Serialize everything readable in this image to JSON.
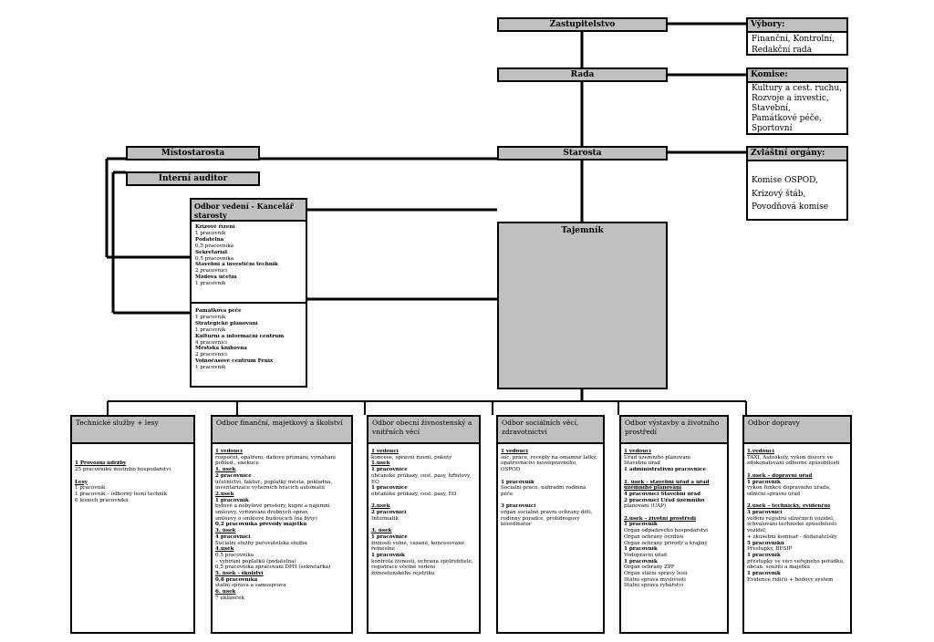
{
  "top": {
    "zastupitelstvo": "Zastupitelstvo",
    "rada": "Rada",
    "starosta": "Starosta",
    "mistostarosta": "Místostarosta",
    "auditor": "Interní auditor",
    "tajemnik": "Tajemník"
  },
  "vybory": {
    "title": "Výbory:",
    "lines": [
      "Finanční, Kontrolní,",
      "Redakční rada"
    ]
  },
  "komise": {
    "title": "Komise:",
    "lines": [
      "Kultury a cest. ruchu,",
      "Rozvoje a investic,",
      "Stavební,",
      "Památkové péče,",
      "Sportovní"
    ]
  },
  "zvlastni": {
    "title": "Zvláštní orgány:",
    "lines": [
      "Komise OSPOD,",
      "Krizový štáb,",
      "Povodňová komise"
    ]
  },
  "kancelar": {
    "title": "Odbor vedení - Kancelář starosty",
    "section1": [
      {
        "t": "Krizové řízení",
        "s": "b"
      },
      {
        "t": "1 pracovník",
        "s": ""
      },
      {
        "t": "Podatelna",
        "s": "b"
      },
      {
        "t": "0,5 pracovníka",
        "s": ""
      },
      {
        "t": "Sekretariát",
        "s": "b"
      },
      {
        "t": "0,5 pracovníka",
        "s": ""
      },
      {
        "t": "Stavební a investiční technik",
        "s": "b"
      },
      {
        "t": "2 pracovníci",
        "s": ""
      },
      {
        "t": "Mzdová účetní",
        "s": "b"
      },
      {
        "t": "1 pracovník",
        "s": ""
      }
    ],
    "section2": [
      {
        "t": "Památková péče",
        "s": "b"
      },
      {
        "t": "1 pracovník",
        "s": ""
      },
      {
        "t": "Strategické plánování",
        "s": "b"
      },
      {
        "t": "1 pracovník",
        "s": ""
      },
      {
        "t": "Kulturní a informační centrum",
        "s": "b"
      },
      {
        "t": "4 pracovníci",
        "s": ""
      },
      {
        "t": "Městská knihovna",
        "s": "b"
      },
      {
        "t": "2 pracovníci",
        "s": ""
      },
      {
        "t": "Volnočasové centrum Fénix",
        "s": "b"
      },
      {
        "t": "1 pracovník",
        "s": ""
      }
    ]
  },
  "departments": [
    {
      "title": "Technické služby + lesy",
      "lines": [
        {
          "t": "",
          "s": ""
        },
        {
          "t": "",
          "s": ""
        },
        {
          "t": "1 Provozní údržby",
          "s": "u"
        },
        {
          "t": "25 pracovníků místního hospodářství",
          "s": ""
        },
        {
          "t": "",
          "s": ""
        },
        {
          "t": "Lesy",
          "s": "u"
        },
        {
          "t": "1 pracovník",
          "s": ""
        },
        {
          "t": "1 pracovník – odborný lesní technik",
          "s": ""
        },
        {
          "t": "6 lesních pracovníků",
          "s": ""
        }
      ]
    },
    {
      "title": "Odbor finanční, majetkový a školství",
      "lines": [
        {
          "t": "1 vedoucí",
          "s": "u"
        },
        {
          "t": "rozpočet, opatření, daňové přiznání, vymáhání",
          "s": ""
        },
        {
          "t": "pohled., exekuce",
          "s": ""
        },
        {
          "t": "1. úsek",
          "s": "u"
        },
        {
          "t": "2 pracovnice",
          "s": "b"
        },
        {
          "t": "účetnictví, faktur., poplatky města, pokladna,",
          "s": ""
        },
        {
          "t": "inventarizace výherních hracích automatů",
          "s": ""
        },
        {
          "t": "2.úsek",
          "s": "u"
        },
        {
          "t": "1 pracovník",
          "s": "b"
        },
        {
          "t": "bytové a nebytové prostory, kupní a nájemní",
          "s": ""
        },
        {
          "t": "smlouvy, vyřizování drobných oprav,",
          "s": ""
        },
        {
          "t": "smlouvy o smlouvě budoucích (na byty)",
          "s": ""
        },
        {
          "t": "0,2 pracovníka převody majetku",
          "s": "b"
        },
        {
          "t": "3. úsek",
          "s": "u"
        },
        {
          "t": "4 pracovníci",
          "s": "b"
        },
        {
          "t": "Sociální služby pečovatelská služba",
          "s": ""
        },
        {
          "t": "4.úsek",
          "s": "u"
        },
        {
          "t": "0,5 pracovníka",
          "s": ""
        },
        {
          "t": "– vybírání poplatků (podatelna)",
          "s": ""
        },
        {
          "t": "0,5 pracovníka zpracování DPH (sekretářka)",
          "s": ""
        },
        {
          "t": "5. úsek - školství",
          "s": "u"
        },
        {
          "t": "0,8 pracovníka",
          "s": "b"
        },
        {
          "t": "státní správa a samospráva",
          "s": ""
        },
        {
          "t": "6. úsek",
          "s": "u"
        },
        {
          "t": "7 uklízeček",
          "s": ""
        }
      ]
    },
    {
      "title": "Odbor obecní živnostenský a vnitřních věcí",
      "lines": [
        {
          "t": "1 vedoucí",
          "s": "u"
        },
        {
          "t": "koncese, správní řízení, pokuty",
          "s": ""
        },
        {
          "t": "1.úsek",
          "s": "u"
        },
        {
          "t": "1 pracovnice",
          "s": "b"
        },
        {
          "t": "občanské průkazy, cest. pasy, hřbitovy,",
          "s": ""
        },
        {
          "t": "EO",
          "s": ""
        },
        {
          "t": "1 pracovnice",
          "s": "b"
        },
        {
          "t": "občanské průkazy, cest. pasy, EO",
          "s": ""
        },
        {
          "t": "",
          "s": ""
        },
        {
          "t": "2.úsek",
          "s": "u"
        },
        {
          "t": "2 pracovníci",
          "s": "b"
        },
        {
          "t": "Informatik",
          "s": ""
        },
        {
          "t": "",
          "s": ""
        },
        {
          "t": "3. úsek",
          "s": "u"
        },
        {
          "t": "1 pracovnice",
          "s": "b"
        },
        {
          "t": "živnosti volné, vázané, koncesované",
          "s": ""
        },
        {
          "t": "řemeslné",
          "s": ""
        },
        {
          "t": "1 pracovník",
          "s": "b"
        },
        {
          "t": "kontrola živností, ochrana spotřebitele,",
          "s": ""
        },
        {
          "t": "registrace včetně vedení",
          "s": ""
        },
        {
          "t": "živnostenského rejstříku",
          "s": ""
        }
      ]
    },
    {
      "title": "Odbor sociálních věcí, zdravotnictví",
      "lines": [
        {
          "t": "1 vedoucí",
          "s": "u"
        },
        {
          "t": "soc. práce, recepty na omamné látky,",
          "s": ""
        },
        {
          "t": "opatrovnictví nesvéprávného,",
          "s": ""
        },
        {
          "t": "OSPOD",
          "s": ""
        },
        {
          "t": "",
          "s": ""
        },
        {
          "t": "1 pracovník",
          "s": "b"
        },
        {
          "t": "Sociální práce, náhradní rodinná",
          "s": ""
        },
        {
          "t": "péče",
          "s": ""
        },
        {
          "t": "",
          "s": ""
        },
        {
          "t": "3 pracovníci",
          "s": "b"
        },
        {
          "t": "orgán sociálně právní ochrany dětí,",
          "s": ""
        },
        {
          "t": "rodinný poradce, protidrogový",
          "s": ""
        },
        {
          "t": "koordinátor",
          "s": ""
        }
      ]
    },
    {
      "title": "Odbor výstavby a životního prostředí",
      "lines": [
        {
          "t": "1 vedoucí",
          "s": "u"
        },
        {
          "t": "Úřad územního plánování",
          "s": ""
        },
        {
          "t": "Stavební úřad",
          "s": ""
        },
        {
          "t": "1 administrativní pracovnice",
          "s": "b"
        },
        {
          "t": "",
          "s": ""
        },
        {
          "t": "1. úsek - stavební úřad a úřad",
          "s": "u"
        },
        {
          "t": "územního plánování",
          "s": "u"
        },
        {
          "t": "4 pracovníci Stavební úřad",
          "s": "b"
        },
        {
          "t": "2 pracovníci Úřad územního",
          "s": "b"
        },
        {
          "t": "plánování (UAP)",
          "s": ""
        },
        {
          "t": "",
          "s": ""
        },
        {
          "t": "2.úsek – životní prostředí",
          "s": "u"
        },
        {
          "t": "1 pracovník",
          "s": "b"
        },
        {
          "t": "Orgán odpadového hospodářství",
          "s": ""
        },
        {
          "t": "Orgán ochrany ovzduší",
          "s": ""
        },
        {
          "t": "Orgán ochrany přírody a krajiny",
          "s": ""
        },
        {
          "t": "1 pracovník",
          "s": "b"
        },
        {
          "t": "Vodoprávní úřad",
          "s": ""
        },
        {
          "t": "1 pracovník",
          "s": "b"
        },
        {
          "t": "Orgán ochrany ZPF",
          "s": ""
        },
        {
          "t": "Orgán státní správy lesů",
          "s": ""
        },
        {
          "t": "Státní správa myslivosti",
          "s": ""
        },
        {
          "t": "Státní správa rybářství",
          "s": ""
        }
      ]
    },
    {
      "title": "Odbor dopravy",
      "lines": [
        {
          "t": "1.vedoucí",
          "s": "u"
        },
        {
          "t": "TAXI, Autoškoly, výkon dozoru ve",
          "s": ""
        },
        {
          "t": "zdokonalování odborné způsobilosti",
          "s": ""
        },
        {
          "t": "",
          "s": ""
        },
        {
          "t": "1.úsek – dopravní úřad",
          "s": "u"
        },
        {
          "t": "1 pracovník",
          "s": "b"
        },
        {
          "t": "výkon funkce dopravního úřadu,",
          "s": ""
        },
        {
          "t": "silniční správní úřad",
          "s": ""
        },
        {
          "t": "",
          "s": ""
        },
        {
          "t": "2.úsek – technický, evidenční",
          "s": "u"
        },
        {
          "t": "3 pracovníci",
          "s": "b"
        },
        {
          "t": "vedení registru silničních vozidel,",
          "s": ""
        },
        {
          "t": "schvalování technické způsobilosti",
          "s": ""
        },
        {
          "t": "vozidel,",
          "s": ""
        },
        {
          "t": "+ zkušební komisař - dodavatelsky",
          "s": ""
        },
        {
          "t": "5 pracovníků",
          "s": "b"
        },
        {
          "t": "Přestupky, BESIP",
          "s": ""
        },
        {
          "t": "1 pracovník",
          "s": "b"
        },
        {
          "t": "přestupky ve věci veřejného pořádku,",
          "s": ""
        },
        {
          "t": "občan. soužití a majetku",
          "s": ""
        },
        {
          "t": "1 pracovník",
          "s": "b"
        },
        {
          "t": "Evidence řidičů + bodový systém",
          "s": ""
        }
      ]
    }
  ]
}
